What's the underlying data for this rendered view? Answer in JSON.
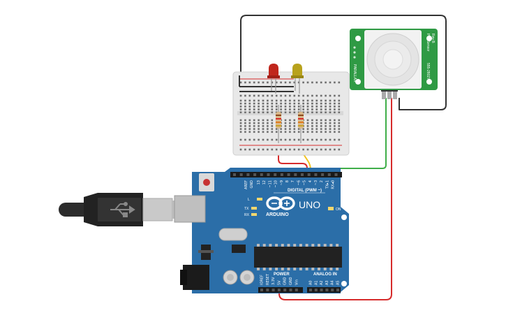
{
  "board": {
    "brand": "ARDUINO",
    "model": "UNO",
    "on_label": "ON",
    "digital_header": "DIGITAL (PWM ~)",
    "power_header": "POWER",
    "analog_header": "ANALOG IN",
    "tx_label": "TX",
    "rx_label": "RX",
    "l_label": "L",
    "aref_label": "AREF",
    "gnd_label": "GND",
    "digital_pins": [
      "13",
      "12",
      "~11",
      "~10",
      "~9",
      "8",
      "7",
      "~6",
      "~5",
      "4",
      "~3",
      "2",
      "TX▸1",
      "RX◂0"
    ],
    "power_pins": [
      "IOREF",
      "RESET",
      "3.3V",
      "5V",
      "GND",
      "GND",
      "Vin"
    ],
    "analog_pins": [
      "A0",
      "A1",
      "A2",
      "A3",
      "A4",
      "A5"
    ]
  },
  "sensor": {
    "model_text": "PIR Sensor",
    "rev_text": "Rev B",
    "part_text": "555-28027",
    "brand_text": "PARALLAX"
  },
  "colors": {
    "board": "#2b6ea8",
    "board_dark": "#1f578a",
    "breadboard": "#e8e8e8",
    "wire_black": "#333333",
    "wire_red": "#d62b2b",
    "wire_green": "#3fae49",
    "wire_yellow": "#f2c21b",
    "sensor_pcb": "#2f9a44",
    "led_red": "#c0261c",
    "led_yellow": "#b8a21c"
  }
}
